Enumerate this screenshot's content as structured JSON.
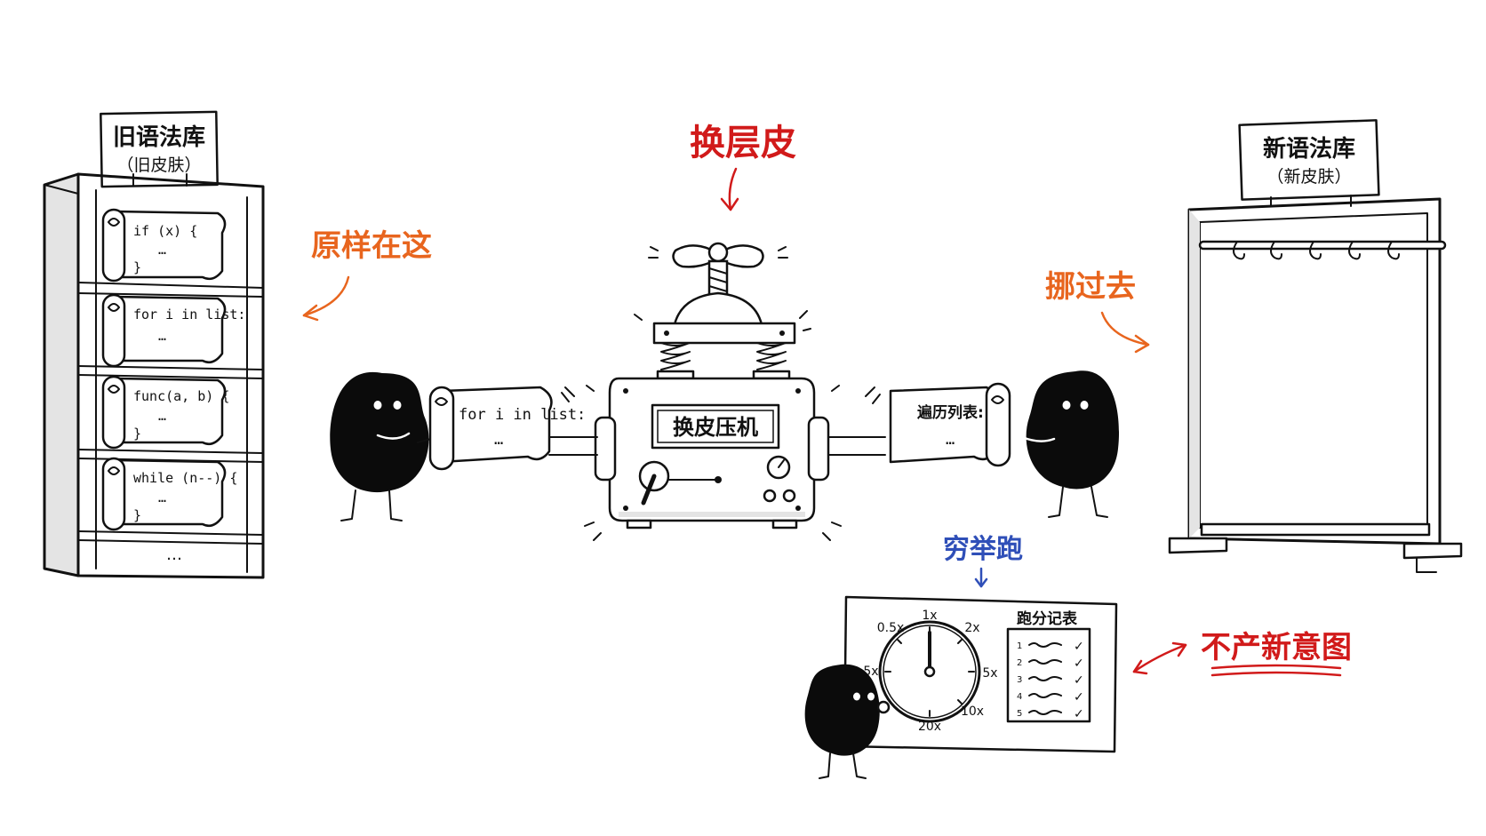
{
  "colors": {
    "ink": "#111111",
    "orange": "#e8651e",
    "red": "#d11a1a",
    "blue": "#2f4fb8"
  },
  "old_library": {
    "title": "旧语法库",
    "subtitle": "（旧皮肤）",
    "scrolls": [
      {
        "line1": "if (x) {",
        "line2": "…",
        "line3": "}"
      },
      {
        "line1": "for i in list:",
        "line2": "…",
        "line3": ""
      },
      {
        "line1": "func(a, b) {",
        "line2": "…",
        "line3": "}"
      },
      {
        "line1": "while (n--) {",
        "line2": "…",
        "line3": "}"
      }
    ],
    "more": "…"
  },
  "new_library": {
    "title": "新语法库",
    "subtitle": "（新皮肤）"
  },
  "annotations": {
    "keep_original": "原样在这",
    "move_over": "挪过去",
    "reskin": "换层皮",
    "exhaustive_run": "穷举跑",
    "no_new_intent": "不产新意图"
  },
  "machine": {
    "label": "换皮压机"
  },
  "input_scroll": {
    "line1": "for i in list:",
    "line2": "…"
  },
  "output_scroll": {
    "line1": "遍历列表:",
    "line2": "…"
  },
  "scoreboard": {
    "title": "跑分记表",
    "dial_labels": [
      "1x",
      "0.5x",
      "2x",
      "5x",
      "5x",
      "10x",
      "20x"
    ],
    "rows": [
      {
        "id": "1",
        "check": "✓"
      },
      {
        "id": "2",
        "check": "✓"
      },
      {
        "id": "3",
        "check": "✓"
      },
      {
        "id": "4",
        "check": "✓"
      },
      {
        "id": "5",
        "check": "✓"
      }
    ]
  }
}
